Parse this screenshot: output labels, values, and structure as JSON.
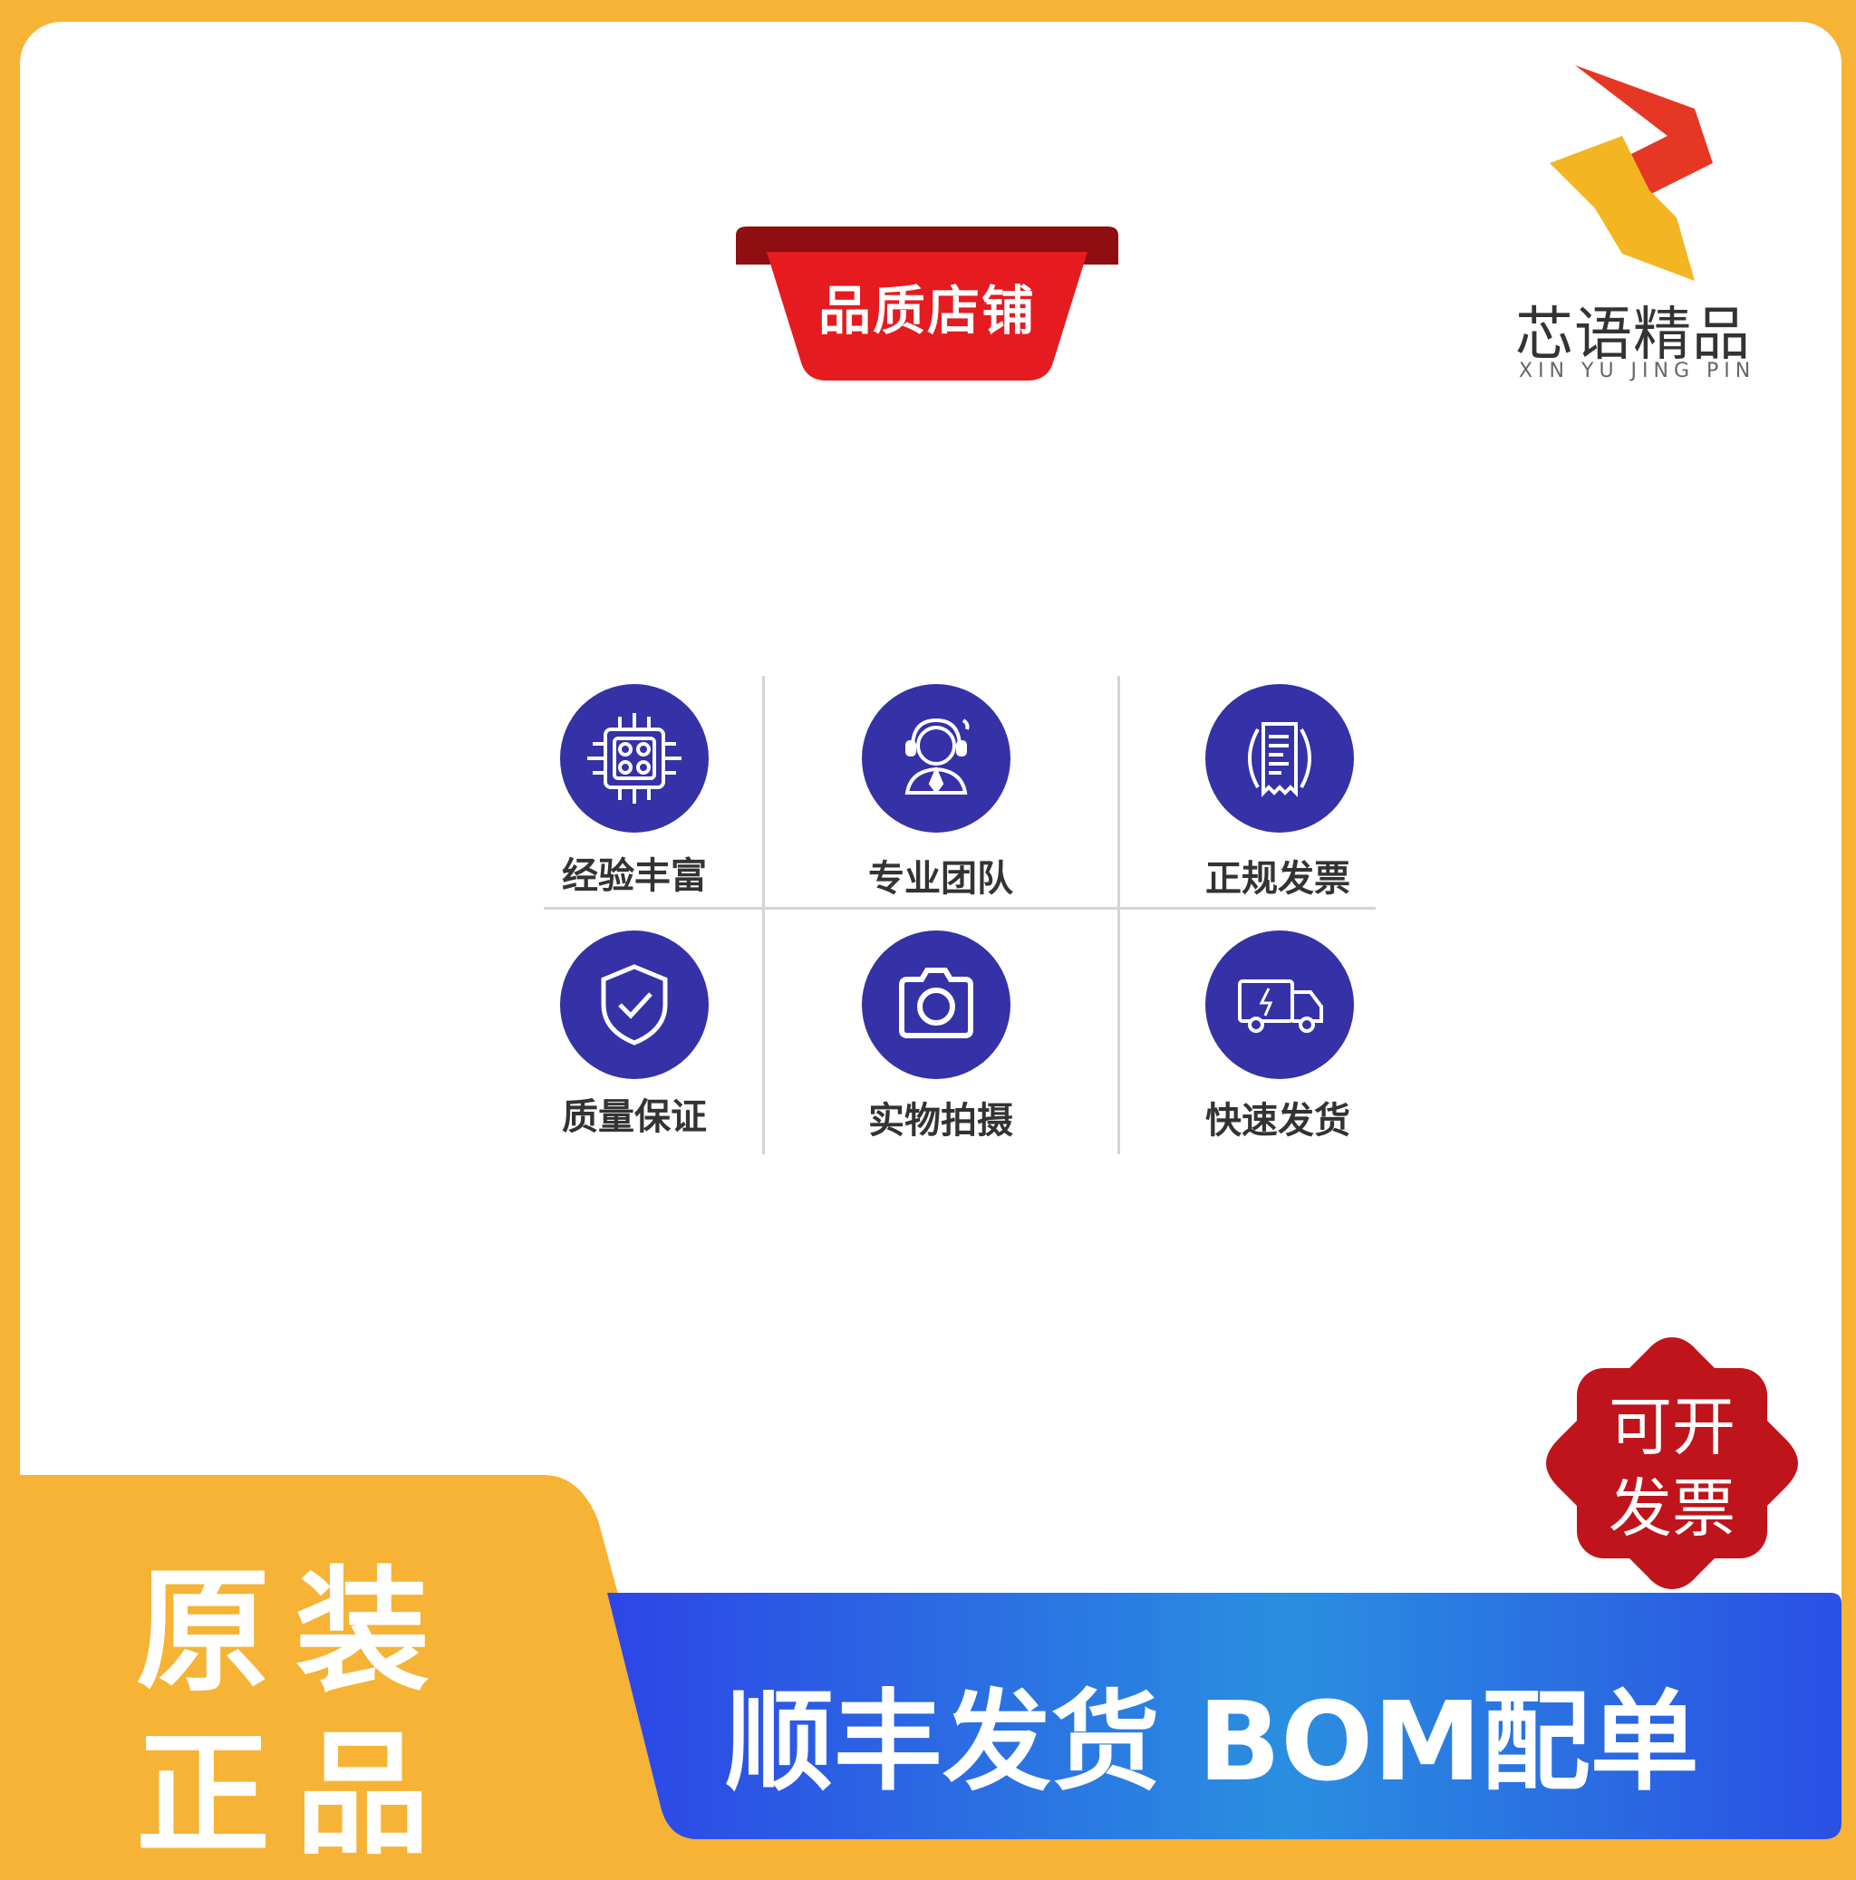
{
  "ribbon": {
    "label": "品质店铺"
  },
  "logo": {
    "name": "芯语精品",
    "pinyin": "XIN YU JING PIN"
  },
  "features": [
    {
      "label": "经验丰富",
      "icon": "chip-icon"
    },
    {
      "label": "专业团队",
      "icon": "support-agent-icon"
    },
    {
      "label": "正规发票",
      "icon": "invoice-icon"
    },
    {
      "label": "质量保证",
      "icon": "shield-check-icon"
    },
    {
      "label": "实物拍摄",
      "icon": "camera-icon"
    },
    {
      "label": "快速发货",
      "icon": "delivery-truck-icon"
    }
  ],
  "badge": {
    "line1": "可开",
    "line2": "发票"
  },
  "bottom": {
    "line1": "原装",
    "line2": "正品",
    "promo": "顺丰发货 BOM配单"
  },
  "colors": {
    "frame": "#f6b335",
    "ribbon_red": "#e51b20",
    "icon_circle": "#3531a6",
    "badge_red": "#c0141c",
    "banner_blue": "#2b58e3"
  }
}
